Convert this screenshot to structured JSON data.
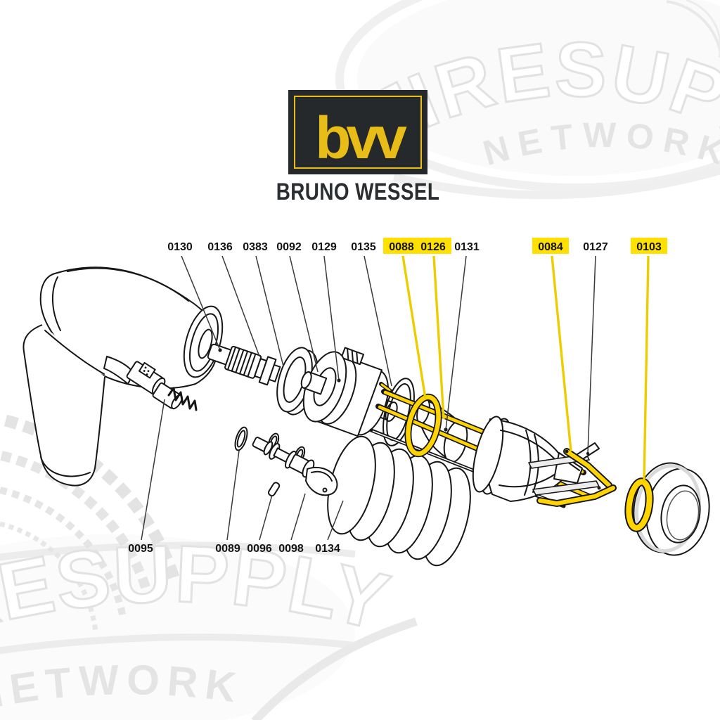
{
  "brand": {
    "monogram": "bvv",
    "name": "BRUNO WESSEL"
  },
  "watermark": {
    "top_line1": "TIRESUPP",
    "top_line2": "NETWORK",
    "bottom_line1": "RESUPPLY",
    "bottom_line2": "NETWORK"
  },
  "colors": {
    "label_highlight": "#ffe000",
    "part_highlight": "#ffd400",
    "leader_yellow": "#eecd00",
    "logo_gold": "#e8bd17",
    "logo_dark": "#26292b",
    "line_black": "#161616",
    "watermark_gray": "#e4e4e4"
  },
  "diagram": {
    "labels_top": [
      {
        "id": "0130",
        "highlighted": false
      },
      {
        "id": "0136",
        "highlighted": false
      },
      {
        "id": "0383",
        "highlighted": false
      },
      {
        "id": "0092",
        "highlighted": false
      },
      {
        "id": "0129",
        "highlighted": false
      },
      {
        "id": "0135",
        "highlighted": false
      },
      {
        "id": "0088",
        "highlighted": true
      },
      {
        "id": "0126",
        "highlighted": true
      },
      {
        "id": "0131",
        "highlighted": false
      }
    ],
    "labels_right": [
      {
        "id": "0084",
        "highlighted": true
      },
      {
        "id": "0127",
        "highlighted": false
      },
      {
        "id": "0103",
        "highlighted": true
      }
    ],
    "labels_bottom": [
      {
        "id": "0095"
      },
      {
        "id": "0089"
      },
      {
        "id": "0096"
      },
      {
        "id": "0098"
      },
      {
        "id": "0134"
      }
    ]
  }
}
